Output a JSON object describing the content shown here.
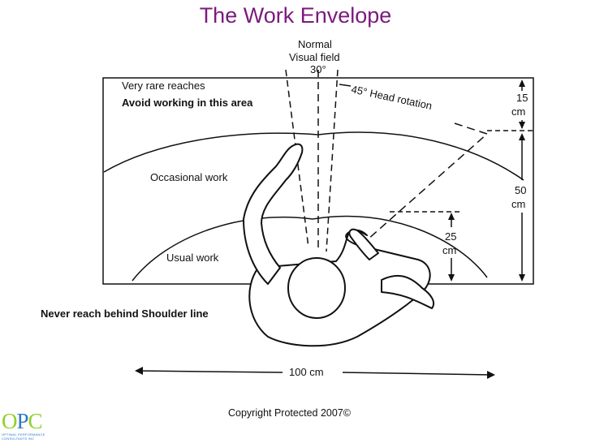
{
  "slide": {
    "title": "The Work Envelope",
    "copyright": "Copyright Protected 2007©"
  },
  "diagram": {
    "visual_field_label_line1": "Normal",
    "visual_field_label_line2": "Visual field",
    "visual_field_angle": "30°",
    "head_rotation_label": "45° Head rotation",
    "zone_rare_line1": "Very rare reaches",
    "zone_rare_line2": "Avoid working in this area",
    "zone_occasional": "Occasional work",
    "zone_usual": "Usual work",
    "shoulder_note": "Never reach behind Shoulder line",
    "dim_15_value": "15",
    "dim_15_unit": "cm",
    "dim_50_value": "50",
    "dim_50_unit": "cm",
    "dim_25_value": "25",
    "dim_25_unit": "cm",
    "width_label": "100 cm"
  },
  "logo": {
    "letter_o": "O",
    "letter_p": "P",
    "letter_c": "C",
    "subtitle_line1": "OPTIMAL PERFORMANCE",
    "subtitle_line2": "CONSULTANTS INC",
    "colors": {
      "green": "#8fd12a",
      "blue": "#2d78c8"
    }
  },
  "colors": {
    "title": "#7b1a7e",
    "line": "#111111"
  }
}
